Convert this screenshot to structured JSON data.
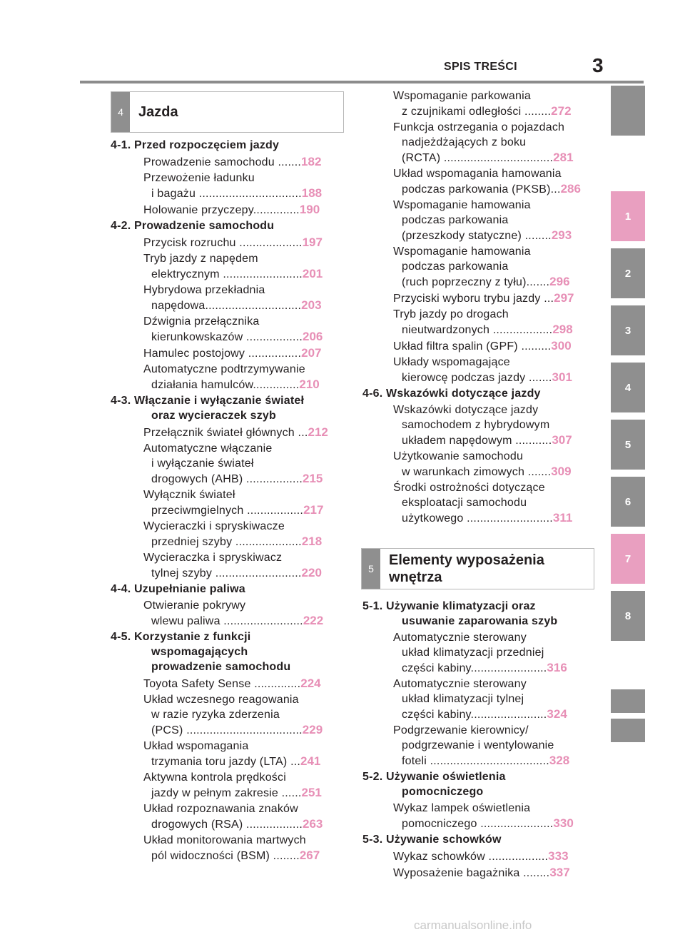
{
  "header": {
    "title": "SPIS TREŚCI",
    "page_number": "3"
  },
  "side_tabs": [
    "",
    "1",
    "2",
    "3",
    "4",
    "5",
    "6",
    "7",
    "8",
    "",
    ""
  ],
  "section4": {
    "number": "4",
    "title": "Jazda"
  },
  "section5": {
    "number": "5",
    "title_line1": "Elementy wyposażenia",
    "title_line2": "wnętrza"
  },
  "left": [
    {
      "t": "4-1.  Przed rozpoczęciem jazdy",
      "b": true
    },
    {
      "t": "Prowadzenie samochodu .......",
      "p": "182"
    },
    {
      "t": "Przewożenie ładunku"
    },
    {
      "t": "i bagażu ...............................",
      "p": "188"
    },
    {
      "t": "Holowanie przyczepy..............",
      "p": "190"
    },
    {
      "t": "4-2.  Prowadzenie samochodu",
      "b": true
    },
    {
      "t": "Przycisk rozruchu ...................",
      "p": "197"
    },
    {
      "t": "Tryb jazdy z napędem"
    },
    {
      "t": "elektrycznym ........................",
      "p": "201"
    },
    {
      "t": "Hybrydowa przekładnia"
    },
    {
      "t": "napędowa.............................",
      "p": "203"
    },
    {
      "t": "Dźwignia przełącznika"
    },
    {
      "t": "kierunkowskazów .................",
      "p": "206"
    },
    {
      "t": "Hamulec postojowy ................",
      "p": "207"
    },
    {
      "t": "Automatyczne podtrzymywanie"
    },
    {
      "t": "działania hamulców..............",
      "p": "210"
    },
    {
      "t": "4-3.  Włączanie i wyłączanie świateł",
      "b": true
    },
    {
      "t": "oraz wycieraczek szyb",
      "b": true
    },
    {
      "t": "Przełącznik świateł głównych ...",
      "p": "212"
    },
    {
      "t": "Automatyczne włączanie"
    },
    {
      "t": "i wyłączanie świateł"
    },
    {
      "t": "drogowych (AHB) .................",
      "p": "215"
    },
    {
      "t": "Wyłącznik świateł"
    },
    {
      "t": "przeciwmgielnych .................",
      "p": "217"
    },
    {
      "t": "Wycieraczki i spryskiwacze"
    },
    {
      "t": "przedniej szyby ....................",
      "p": "218"
    },
    {
      "t": "Wycieraczka i spryskiwacz"
    },
    {
      "t": "tylnej szyby ..........................",
      "p": "220"
    },
    {
      "t": "4-4.  Uzupełnianie paliwa",
      "b": true
    },
    {
      "t": "Otwieranie pokrywy"
    },
    {
      "t": "wlewu paliwa ........................",
      "p": "222"
    },
    {
      "t": "4-5.  Korzystanie z funkcji",
      "b": true
    },
    {
      "t": "wspomagających",
      "b": true
    },
    {
      "t": "prowadzenie samochodu",
      "b": true
    },
    {
      "t": "Toyota Safety Sense ..............",
      "p": "224"
    },
    {
      "t": "Układ wczesnego reagowania"
    },
    {
      "t": "w razie ryzyka zderzenia"
    },
    {
      "t": "(PCS) ...................................",
      "p": "229"
    },
    {
      "t": "Układ wspomagania"
    },
    {
      "t": "trzymania toru jazdy (LTA) ...",
      "p": "241"
    },
    {
      "t": "Aktywna kontrola prędkości"
    },
    {
      "t": "jazdy w pełnym zakresie ......",
      "p": "251"
    },
    {
      "t": "Układ rozpoznawania znaków"
    },
    {
      "t": "drogowych (RSA) .................",
      "p": "263"
    },
    {
      "t": "Układ monitorowania martwych"
    },
    {
      "t": "pól widoczności (BSM) ........",
      "p": "267"
    }
  ],
  "right": [
    {
      "t": "Wspomaganie parkowania"
    },
    {
      "t": "z czujnikami odległości ........",
      "p": "272"
    },
    {
      "t": "Funkcja ostrzegania o pojazdach"
    },
    {
      "t": "nadjeżdżających z boku"
    },
    {
      "t": "(RCTA) .................................",
      "p": "281"
    },
    {
      "t": "Układ wspomagania hamowania"
    },
    {
      "t": "podczas parkowania (PKSB)...",
      "p": "286"
    },
    {
      "t": "Wspomaganie hamowania"
    },
    {
      "t": "podczas parkowania"
    },
    {
      "t": "(przeszkody statyczne) ........",
      "p": "293"
    },
    {
      "t": "Wspomaganie hamowania"
    },
    {
      "t": "podczas parkowania"
    },
    {
      "t": "(ruch poprzeczny z tyłu).......",
      "p": "296"
    },
    {
      "t": "Przyciski wyboru trybu jazdy ...",
      "p": "297"
    },
    {
      "t": "Tryb jazdy po drogach"
    },
    {
      "t": "nieutwardzonych ..................",
      "p": "298"
    },
    {
      "t": "Układ filtra spalin (GPF) .........",
      "p": "300"
    },
    {
      "t": "Układy wspomagające"
    },
    {
      "t": "kierowcę podczas jazdy .......",
      "p": "301"
    },
    {
      "t": "4-6.  Wskazówki dotyczące jazdy",
      "b": true
    },
    {
      "t": "Wskazówki dotyczące jazdy"
    },
    {
      "t": "samochodem z hybrydowym"
    },
    {
      "t": "układem napędowym ...........",
      "p": "307"
    },
    {
      "t": "Użytkowanie samochodu"
    },
    {
      "t": "w warunkach zimowych .......",
      "p": "309"
    },
    {
      "t": "Środki ostrożności dotyczące"
    },
    {
      "t": "eksploatacji samochodu"
    },
    {
      "t": "użytkowego ..........................",
      "p": "311"
    }
  ],
  "right2": [
    {
      "t": "5-1.  Używanie klimatyzacji oraz",
      "b": true
    },
    {
      "t": "usuwanie zaparowania szyb",
      "b": true
    },
    {
      "t": "Automatycznie sterowany"
    },
    {
      "t": "układ klimatyzacji przedniej"
    },
    {
      "t": "części kabiny.......................",
      "p": "316"
    },
    {
      "t": "Automatycznie sterowany"
    },
    {
      "t": "układ klimatyzacji tylnej"
    },
    {
      "t": "części kabiny.......................",
      "p": "324"
    },
    {
      "t": "Podgrzewanie kierownicy/"
    },
    {
      "t": "podgrzewanie i wentylowanie"
    },
    {
      "t": "foteli ....................................",
      "p": "328"
    },
    {
      "t": "5-2.  Używanie oświetlenia",
      "b": true
    },
    {
      "t": "pomocniczego",
      "b": true
    },
    {
      "t": "Wykaz lampek oświetlenia"
    },
    {
      "t": "pomocniczego ......................",
      "p": "330"
    },
    {
      "t": "5-3.  Używanie schowków",
      "b": true
    },
    {
      "t": "Wykaz schowków ..................",
      "p": "333"
    },
    {
      "t": "Wyposażenie bagażnika ........",
      "p": "337"
    }
  ],
  "watermark": "carmanualsonline.info"
}
